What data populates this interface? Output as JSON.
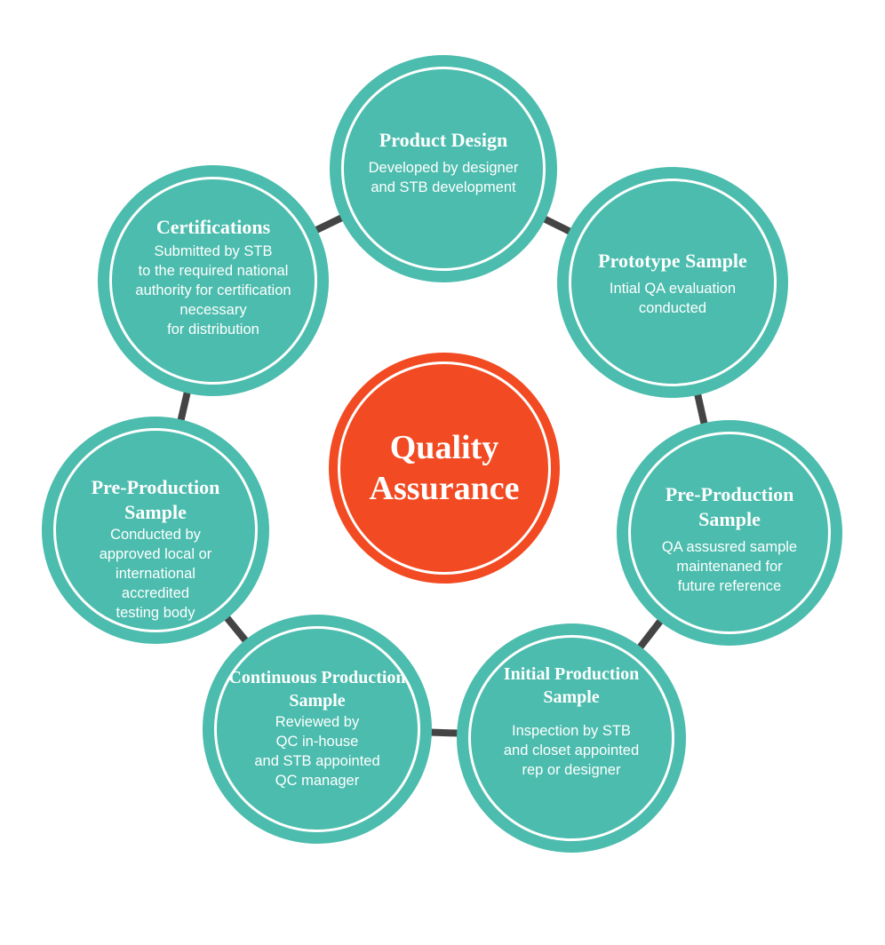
{
  "center": {
    "title": "Quality\nAssurance"
  },
  "colors": {
    "node": "#4BBCAD",
    "center": "#F24A22",
    "connector": "#444444"
  },
  "steps": [
    {
      "title": "Product Design",
      "description": "Developed by designer\nand STB development"
    },
    {
      "title": "Prototype Sample",
      "description": "Intial QA evaluation\nconducted"
    },
    {
      "title": "Pre-Production Sample",
      "description": "QA assusred sample\nmaintenaned for\nfuture reference"
    },
    {
      "title": "Initial Production Sample",
      "description": "Inspection by STB\nand closet appointed\nrep or designer"
    },
    {
      "title": "Continuous Production Sample",
      "description": "Reviewed by\nQC in-house\nand STB appointed\nQC manager"
    },
    {
      "title": "Pre-Production Sample",
      "description": "Conducted by\napproved local or\ninternational\naccredited\ntesting body"
    },
    {
      "title": "Certifications",
      "description": "Submitted by STB\nto the required national\nauthority for certification\nnecessary\nfor distribution"
    }
  ]
}
